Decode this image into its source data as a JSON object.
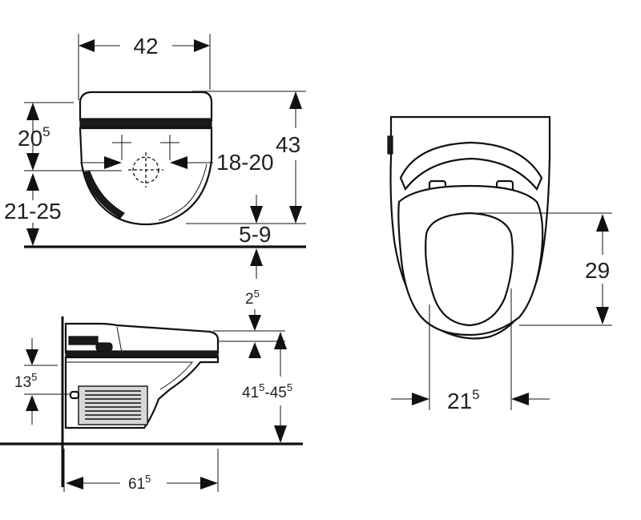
{
  "colors": {
    "line": "#111111",
    "background": "#ffffff",
    "fill_grey": "#d8d8d8"
  },
  "front_view": {
    "width": "42",
    "height": "43",
    "upper_offset": {
      "main": "20",
      "sup": "5"
    },
    "lower_offset": "21-25",
    "fixing_spacing": "18-20",
    "floor_gap": "5-9"
  },
  "side_view": {
    "seat_thickness": {
      "main": "2",
      "sup": "5"
    },
    "height": {
      "a": "41",
      "a_sup": "5",
      "sep": "-45",
      "b_sup": "5"
    },
    "connection_height": {
      "main": "13",
      "sup": "5"
    },
    "depth": {
      "main": "61",
      "sup": "5"
    }
  },
  "top_view": {
    "opening_length": "29",
    "opening_width": {
      "main": "21",
      "sup": "5"
    }
  }
}
